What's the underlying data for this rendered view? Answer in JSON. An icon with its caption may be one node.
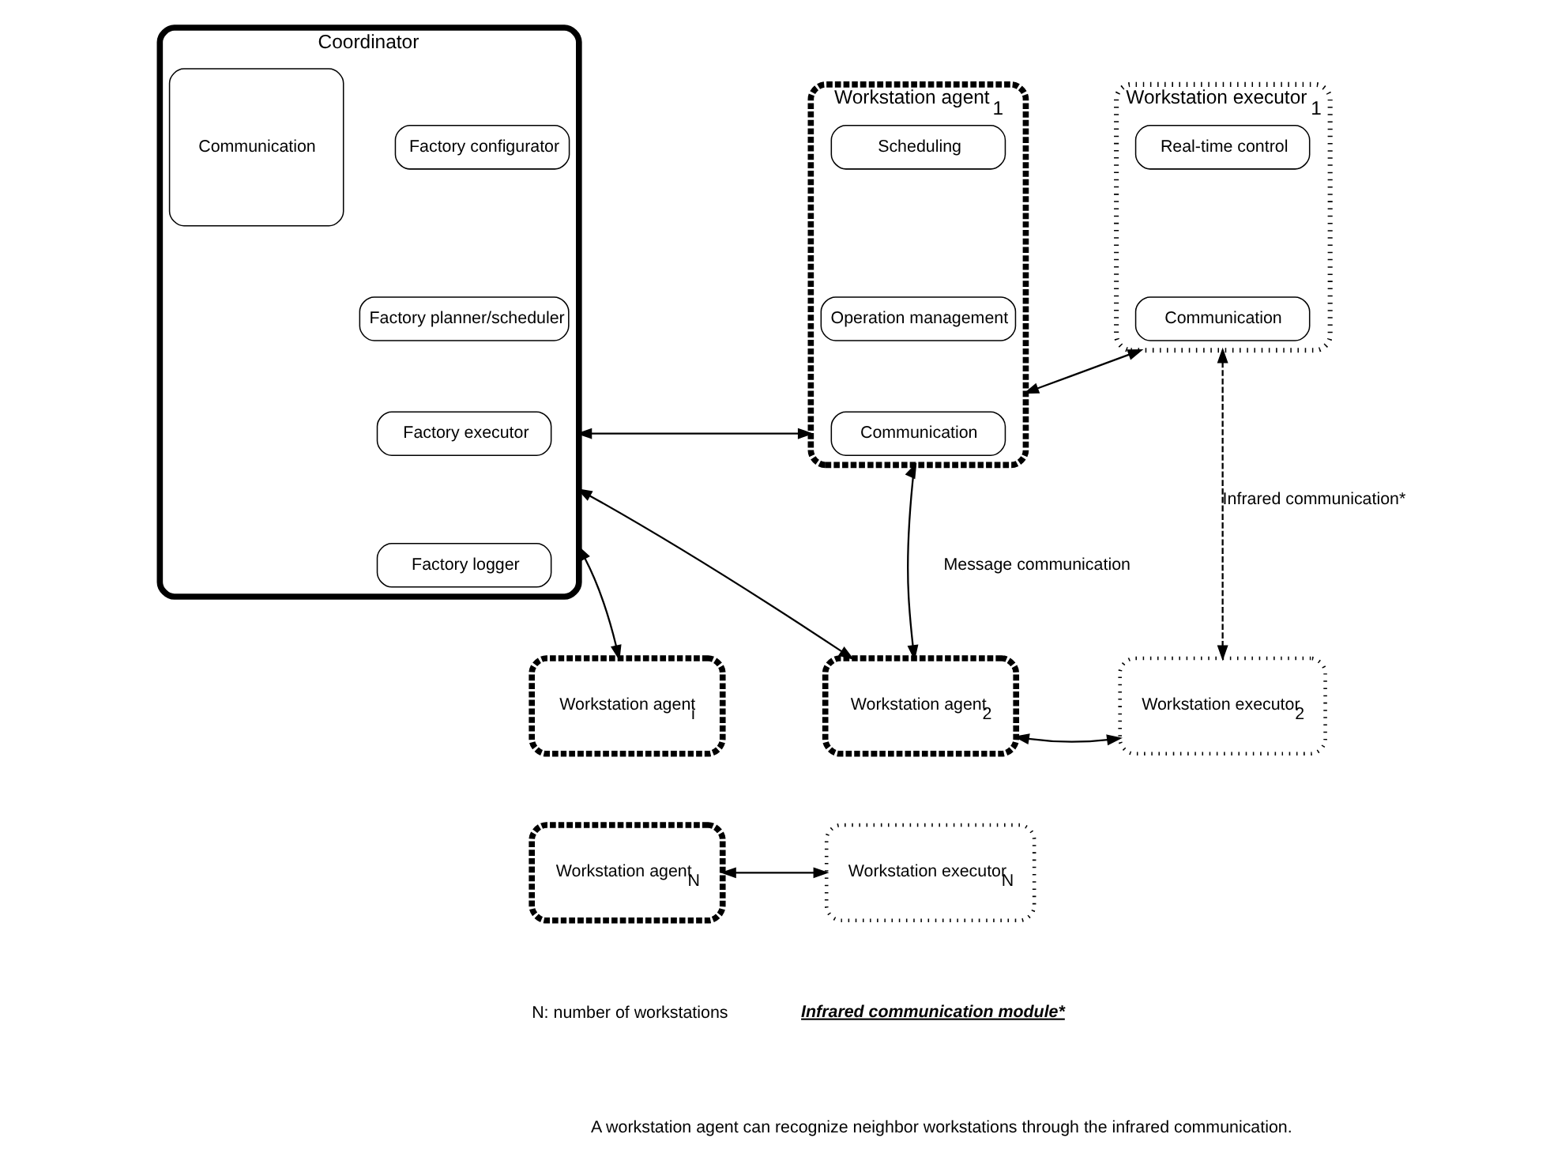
{
  "diagram": {
    "nodes": [
      {
        "text": [
          "Coordinator"
        ]
      },
      {
        "text": [
          "Factory configurator"
        ],
        "in": 0
      },
      {
        "text": [
          "Factory planner/scheduler"
        ],
        "in": 0
      },
      {
        "text": [
          "Factory executor"
        ],
        "in": 0
      },
      {
        "text": [
          "Factory logger"
        ],
        "in": 0
      },
      {
        "text": [
          "Communication"
        ],
        "in": 0
      },
      {
        "text": [
          "Workstation agent$_{1}$"
        ]
      },
      {
        "text": [
          "Scheduling"
        ],
        "in": 6
      },
      {
        "text": [
          "Operation management"
        ],
        "in": 6
      },
      {
        "text": [
          "Communication"
        ],
        "in": 6
      },
      {
        "text": [
          "Workstation executor$_{1}$"
        ]
      },
      {
        "text": [
          "Real-time control"
        ],
        "in": 10
      },
      {
        "text": [
          "Communication"
        ],
        "in": 10
      },
      {
        "text": [
          "Workstation agent$_{i}$"
        ]
      },
      {
        "text": [
          "Workstation agent$_{2}$"
        ]
      },
      {
        "text": [
          "Workstation executor$_{2}$"
        ]
      },
      {
        "text": [
          "Workstation agent$_{N}$"
        ]
      },
      {
        "text": [
          "Workstation executor$_{N}$"
        ]
      }
    ],
    "edges": [
      {
        "from": 0,
        "to": 6,
        "arrow": "both"
      },
      {
        "from": 6,
        "to": 10,
        "arrow": "both"
      },
      {
        "from": 0,
        "to": 13,
        "arrow": "both"
      },
      {
        "from": 0,
        "to": 14,
        "arrow": "both"
      },
      {
        "from": 6,
        "to": 14,
        "arrow": "both"
      },
      {
        "from": 10,
        "to": 15,
        "arrow": "both",
        "style": "dashed",
        "label": "Infrared communication*"
      },
      {
        "from": 14,
        "to": 15,
        "arrow": "both"
      },
      {
        "from": 16,
        "to": 17,
        "arrow": "both"
      }
    ],
    "labels": [
      "Message communication",
      "Infrared communication module*",
      "A workstation agent can recognize neighbor workstations through the infrared communication.",
      "N: number of workstations"
    ]
  }
}
